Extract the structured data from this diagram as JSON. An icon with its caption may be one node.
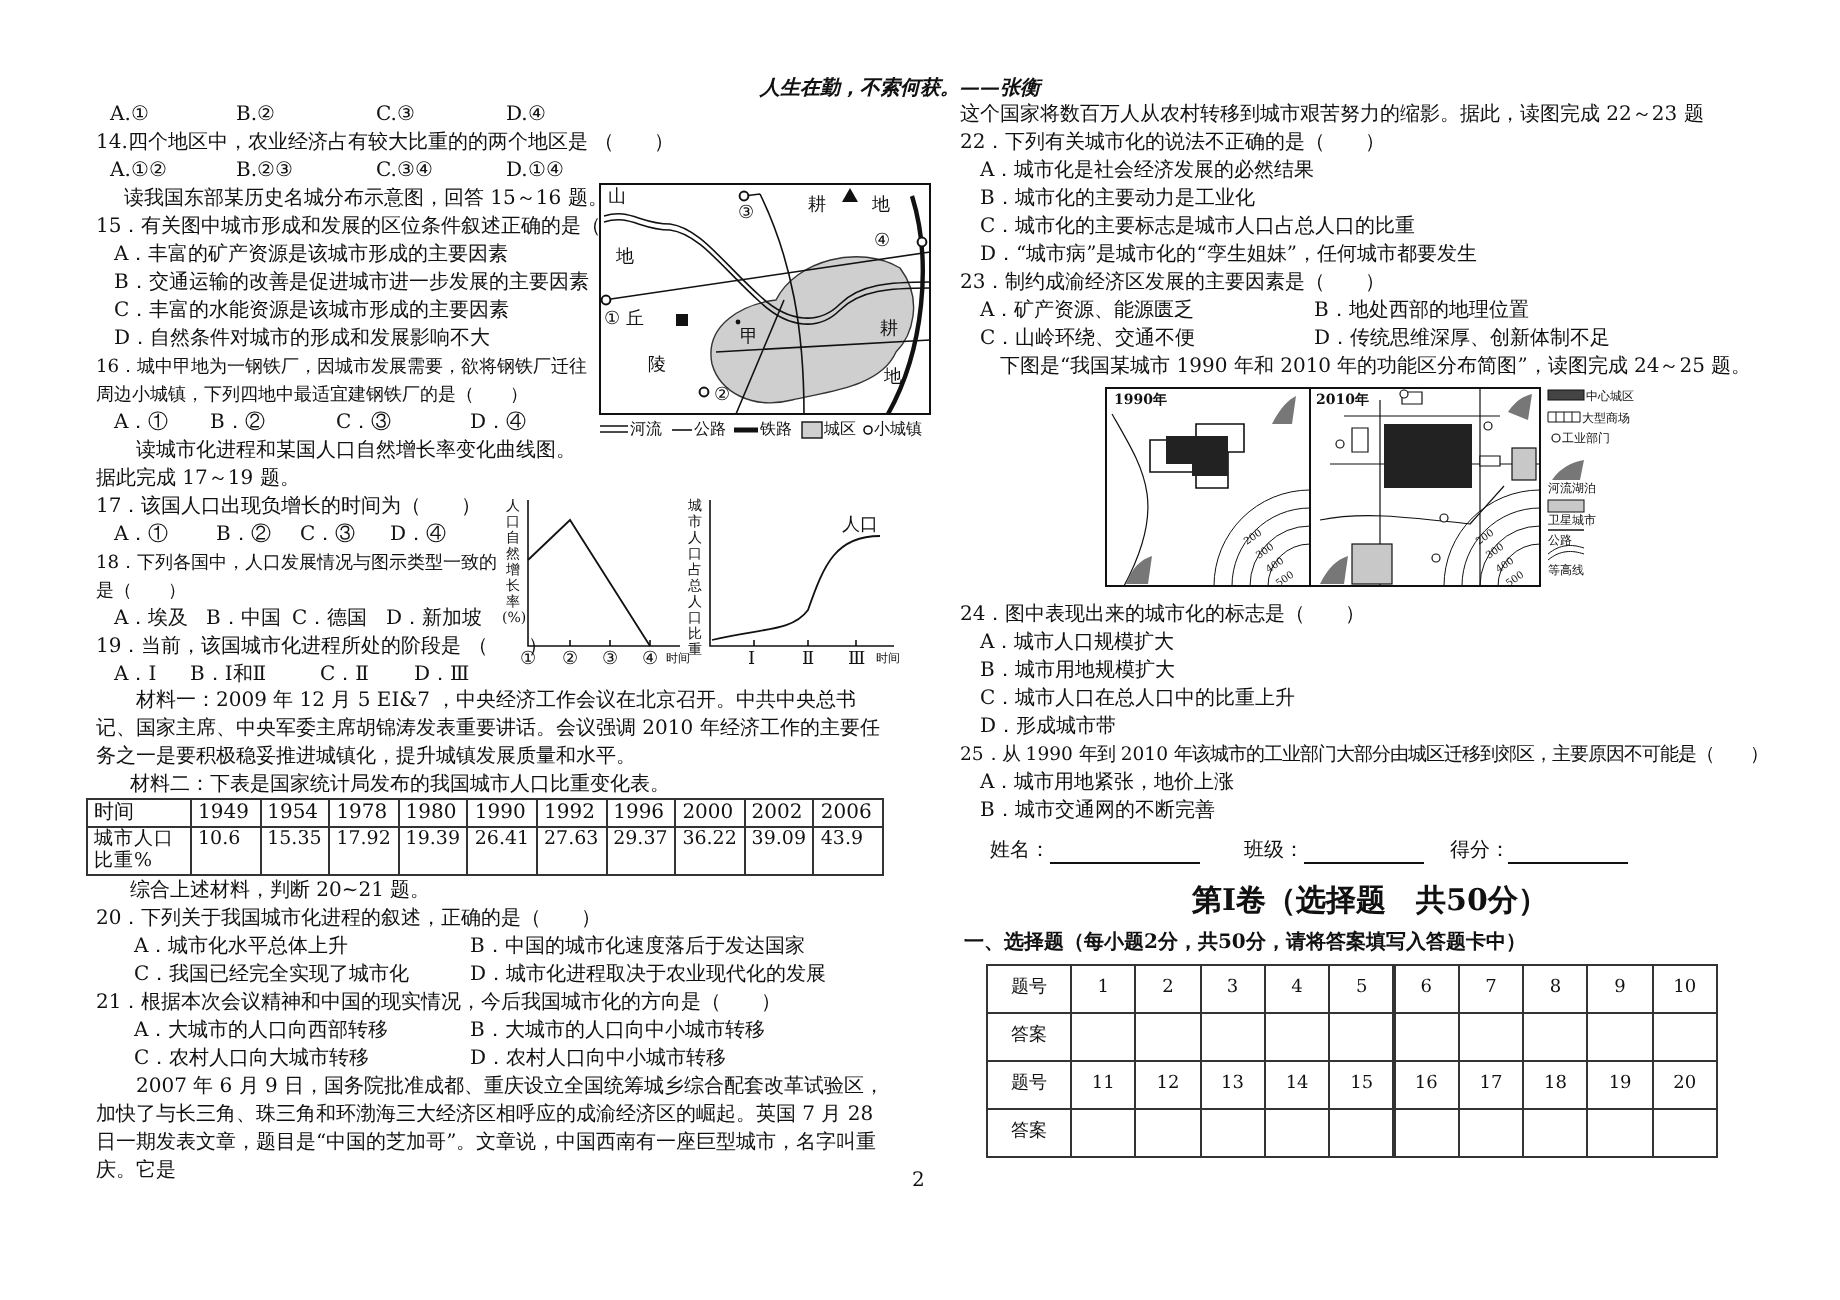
{
  "diagram": {
    "labels": [
      "人生在勤，不索何获。——张衡",
      "A.①",
      "B.②",
      "C.③",
      "D.④",
      "14.四个地区中，农业经济占有较大比重的的两个地区是 （　　）",
      "A.①②",
      "B.②③",
      "C.③④",
      "D.①④",
      "读我国东部某历史名城分布示意图，回答 15～16 题。",
      "15．有关图中城市形成和发展的区位条件叙述正确的是（",
      "A．丰富的矿产资源是该城市形成的主要因素",
      "B．交通运输的改善是促进城市进一步发展的主要因素",
      "C．丰富的水能资源是该城市形成的主要因素",
      "D．自然条件对城市的形成和发展影响不大",
      "16．城中甲地为一钢铁厂，因城市发展需要，欲将钢铁厂迁往周边小城镇，下列四地中最适宜建钢铁厂的是（　　）",
      "A．①",
      "B．②",
      "C．③",
      "D．④",
      "山",
      "地",
      "③",
      "耕",
      "地",
      "④",
      "①",
      "丘",
      "甲",
      "陵",
      "耕",
      "地",
      "②",
      "读城市化进程和某国人口自然增长率变化曲线图。据此完成 17～19 题。",
      "17．该国人口出现负增长的时间为（　　）",
      "A．①",
      "B．②",
      "C．③",
      "D．④",
      "18．下列各国中，人口发展情况与图示类型一致的是（　　）",
      "A．埃及",
      "B．中国",
      "C．德国",
      "D．新加坡",
      "19．当前，该国城市化进程所处的阶段是 （　　）",
      "A．Ⅰ",
      "B．Ⅰ和Ⅱ",
      "C．Ⅱ",
      "D．Ⅲ",
      "人口自然增长率(%)",
      "①",
      "②",
      "③",
      "④",
      "时间",
      "城市人口占总人口比重",
      "人口",
      "Ⅰ",
      "Ⅱ",
      "Ⅲ",
      "时间",
      "材料一：2009 年 12 月 5 EI&7 ，中央经济工作会议在北京召开。中共中央总书记、国家主席、中央军委主席胡锦涛发表重要讲话。会议强调 2010 年经济工作的主要任务之一是要积极稳妥推进城镇化，提升城镇发展质量和水平。",
      "材料二：下表是国家统计局发布的我国城市人口比重变化表。",
      "时间",
      "1949",
      "1954",
      "1978",
      "1980",
      "1990",
      "1992",
      "1996",
      "2000",
      "2002",
      "2006",
      "城市人口比重%",
      "10.6",
      "15.35",
      "17.92",
      "19.39",
      "26.41",
      "27.63",
      "29.37",
      "36.22",
      "39.09",
      "43.9",
      "综合上述材料，判断 20~21 题。",
      "20．下列关于我国城市化进程的叙述，正确的是（　　）",
      "A．城市化水平总体上升",
      "B．中国的城市化速度落后于发达国家",
      "C．我国已经完全实现了城市化",
      "D．城市化进程取决于农业现代化的发展",
      "21．根据本次会议精神和中国的现实情况，今后我国城市化的方向是（　　）",
      "A．大城市的人口向西部转移",
      "B．大城市的人口向中小城市转移",
      "C．农村人口向大城市转移",
      "D．农村人口向中小城市转移",
      "2007 年 6 月 9 日，国务院批准成都、重庆设立全国统筹城乡综合配套改革试验区，加快了与长三角、珠三角和环渤海三大经济区相呼应的成渝经济区的崛起。英国 7 月 28 日一期发表文章，题目是“中国的芝加哥”。文章说，中国西南有一座巨型城市，名字叫重庆。它是",
      "2",
      "这个国家将数百万人从农村转移到城市艰苦努力的缩影。据此，读图完成 22～23 题",
      "22．下列有关城市化的说法不正确的是（　　）",
      "A．城市化是社会经济发展的必然结果",
      "B．城市化的主要动力是工业化",
      "C．城市化的主要标志是城市人口占总人口的比重",
      "D．“城市病”是城市化的“孪生姐妹”，任何城市都要发生",
      "23．制约成渝经济区发展的主要因素是（　　）",
      "A．矿产资源、能源匮乏",
      "B．地处西部的地理位置",
      "C．山岭环绕、交通不便",
      "D．传统思维深厚、创新体制不足",
      "下图是“我国某城市 1990 年和 2010 年的功能区分布简图”，读图完成 24～25 题。",
      "1990年",
      "2010年",
      "200",
      "300",
      "400",
      "500",
      "200",
      "300",
      "400",
      "500",
      "24．图中表现出来的城市化的标志是（　　）",
      "A．城市人口规模扩大",
      "B．城市用地规模扩大",
      "C．城市人口在总人口中的比重上升",
      "D．形成城市带",
      "25．从 1990 年到 2010 年该城市的工业部门大部分由城区迁移到郊区，主要原因不可能是（　　）",
      "A．城市用地紧张，地价上涨",
      "B．城市交通网的不断完善",
      "姓名：",
      "班级：",
      "得分：",
      "第Ⅰ卷（选择题　共50分）",
      "一、选择题（每小题2分，共50分，请将答案填写入答题卡中）",
      "题号",
      "1",
      "2",
      "3",
      "4",
      "5",
      "6",
      "7",
      "8",
      "9",
      "10",
      "答案",
      "题号",
      "11",
      "12",
      "13",
      "14",
      "15",
      "16",
      "17",
      "18",
      "19",
      "20",
      "答案"
    ],
    "legend": [
      {
        "text": "河流"
      },
      {
        "text": "公路"
      },
      {
        "text": "铁路"
      },
      {
        "text": "城区"
      },
      {
        "text": "小城镇"
      },
      {
        "text": "中心城区"
      },
      {
        "text": "大型商场"
      },
      {
        "text": "工业部门"
      },
      {
        "text": "河流湖泊"
      },
      {
        "text": "卫星城市"
      },
      {
        "text": "公路"
      },
      {
        "text": "等高线"
      }
    ]
  }
}
